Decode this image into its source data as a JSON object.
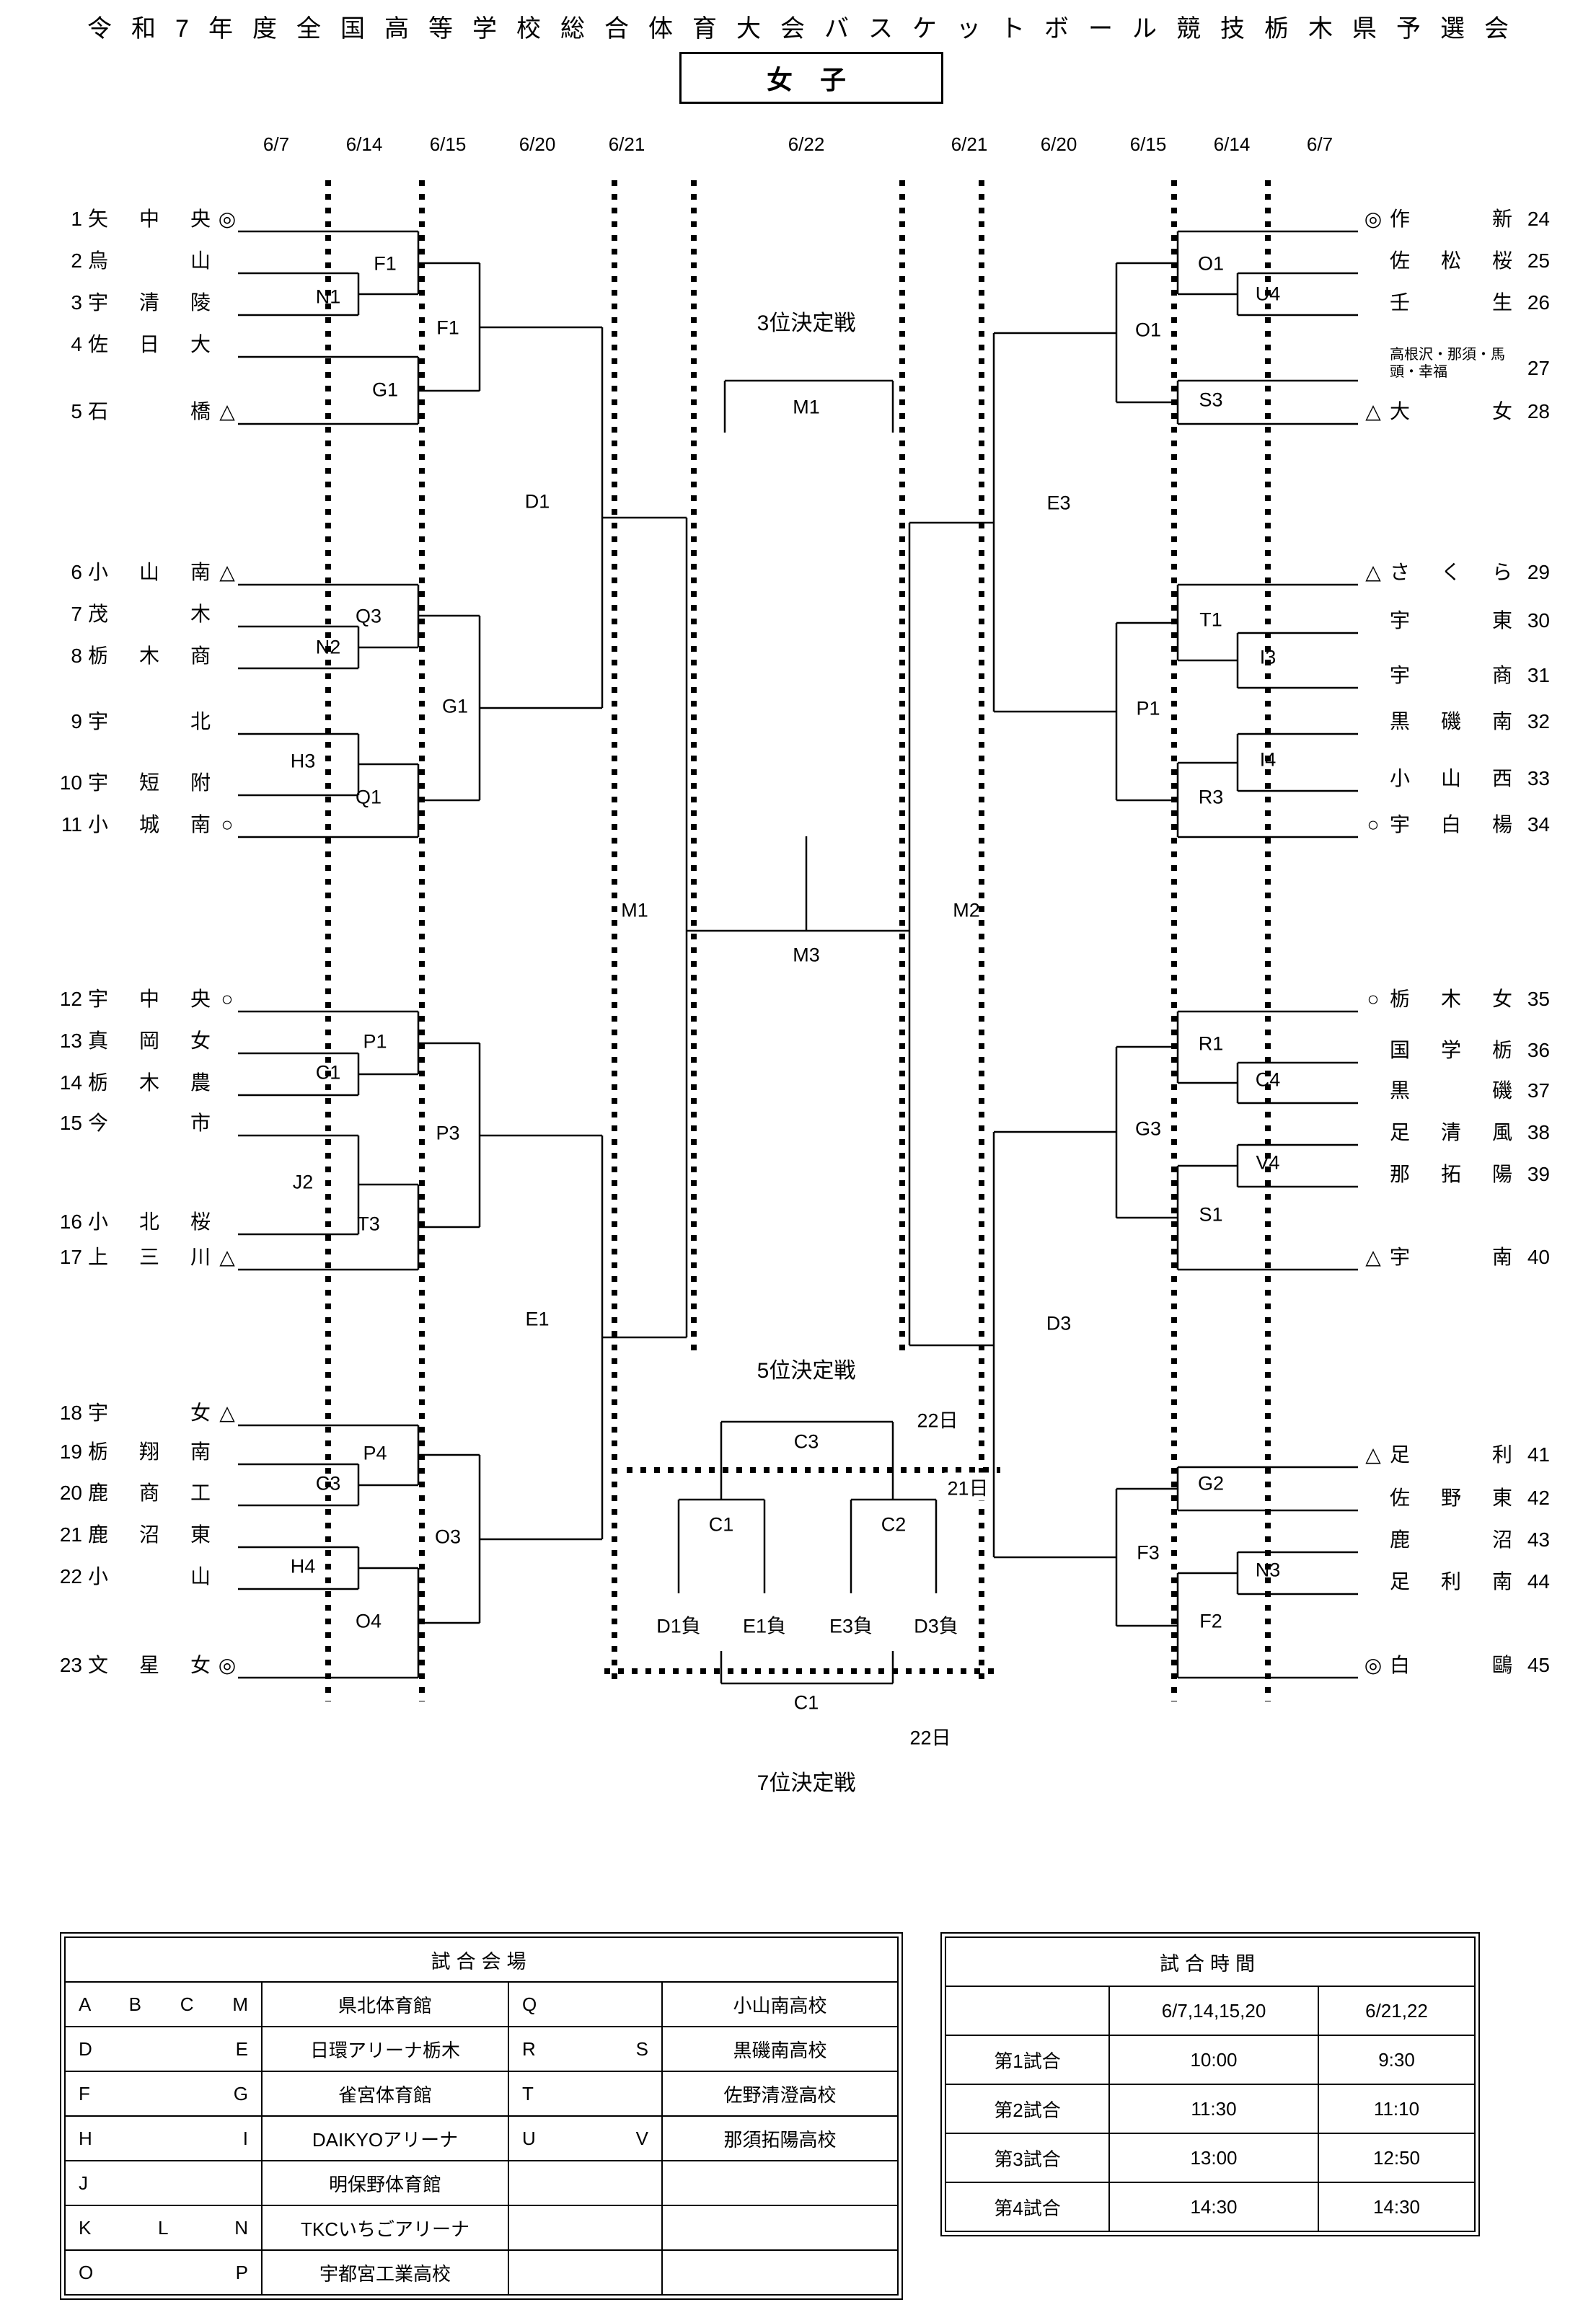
{
  "title": "令和7年度全国高等学校総合体育大会バスケットボール競技栃木県予選会",
  "category": "女 子",
  "dates": [
    "6/7",
    "6/14",
    "6/15",
    "6/20",
    "6/21",
    "6/22",
    "6/21",
    "6/20",
    "6/15",
    "6/14",
    "6/7"
  ],
  "teams_left": [
    {
      "no": "1",
      "name": "矢 中 央",
      "mark": "◎"
    },
    {
      "no": "2",
      "name": "烏 山",
      "mark": ""
    },
    {
      "no": "3",
      "name": "宇 清 陵",
      "mark": ""
    },
    {
      "no": "4",
      "name": "佐 日 大",
      "mark": ""
    },
    {
      "no": "5",
      "name": "石 橋",
      "mark": "△"
    },
    {
      "no": "6",
      "name": "小 山 南",
      "mark": "△"
    },
    {
      "no": "7",
      "name": "茂 木",
      "mark": ""
    },
    {
      "no": "8",
      "name": "栃 木 商",
      "mark": ""
    },
    {
      "no": "9",
      "name": "宇 北",
      "mark": ""
    },
    {
      "no": "10",
      "name": "宇 短 附",
      "mark": ""
    },
    {
      "no": "11",
      "name": "小 城 南",
      "mark": "○"
    },
    {
      "no": "12",
      "name": "宇 中 央",
      "mark": "○"
    },
    {
      "no": "13",
      "name": "真 岡 女",
      "mark": ""
    },
    {
      "no": "14",
      "name": "栃 木 農",
      "mark": ""
    },
    {
      "no": "15",
      "name": "今 市",
      "mark": ""
    },
    {
      "no": "16",
      "name": "小 北 桜",
      "mark": ""
    },
    {
      "no": "17",
      "name": "上 三 川",
      "mark": "△"
    },
    {
      "no": "18",
      "name": "宇 女",
      "mark": "△"
    },
    {
      "no": "19",
      "name": "栃 翔 南",
      "mark": ""
    },
    {
      "no": "20",
      "name": "鹿 商 工",
      "mark": ""
    },
    {
      "no": "21",
      "name": "鹿 沼 東",
      "mark": ""
    },
    {
      "no": "22",
      "name": "小 山",
      "mark": ""
    },
    {
      "no": "23",
      "name": "文 星 女",
      "mark": "◎"
    }
  ],
  "teams_right": [
    {
      "no": "24",
      "name": "作 新",
      "mark": "◎"
    },
    {
      "no": "25",
      "name": "佐 松 桜",
      "mark": ""
    },
    {
      "no": "26",
      "name": "壬 生",
      "mark": ""
    },
    {
      "no": "27",
      "name": "高根沢・那須・馬頭・幸福",
      "mark": ""
    },
    {
      "no": "28",
      "name": "大 女",
      "mark": "△"
    },
    {
      "no": "29",
      "name": "さ く ら",
      "mark": "△"
    },
    {
      "no": "30",
      "name": "宇 東",
      "mark": ""
    },
    {
      "no": "31",
      "name": "宇 商",
      "mark": ""
    },
    {
      "no": "32",
      "name": "黒 磯 南",
      "mark": ""
    },
    {
      "no": "33",
      "name": "小 山 西",
      "mark": ""
    },
    {
      "no": "34",
      "name": "宇 白 楊",
      "mark": "○"
    },
    {
      "no": "35",
      "name": "栃 木 女",
      "mark": "○"
    },
    {
      "no": "36",
      "name": "国 学 栃",
      "mark": ""
    },
    {
      "no": "37",
      "name": "黒 磯",
      "mark": ""
    },
    {
      "no": "38",
      "name": "足 清 風",
      "mark": ""
    },
    {
      "no": "39",
      "name": "那 拓 陽",
      "mark": ""
    },
    {
      "no": "40",
      "name": "宇 南",
      "mark": "△"
    },
    {
      "no": "41",
      "name": "足 利",
      "mark": "△"
    },
    {
      "no": "42",
      "name": "佐 野 東",
      "mark": ""
    },
    {
      "no": "43",
      "name": "鹿 沼",
      "mark": ""
    },
    {
      "no": "44",
      "name": "足 利 南",
      "mark": ""
    },
    {
      "no": "45",
      "name": "白 鷗",
      "mark": "◎"
    }
  ],
  "matches_left": [
    "F1",
    "N1",
    "F1",
    "G1",
    "D1",
    "Q3",
    "N2",
    "G1",
    "H3",
    "Q1",
    "M1",
    "P1",
    "C1",
    "P3",
    "J2",
    "T3",
    "E1",
    "P4",
    "C3",
    "O3",
    "H4",
    "O4"
  ],
  "matches_right": [
    "O1",
    "U4",
    "O1",
    "S3",
    "E3",
    "T1",
    "I3",
    "P1",
    "I4",
    "R3",
    "M2",
    "R1",
    "C4",
    "G3",
    "V4",
    "S1",
    "D3",
    "G2",
    "F3",
    "N3",
    "F2"
  ],
  "center": {
    "third_title": "3位決定戦",
    "third_match": "M1",
    "final_match": "M3",
    "fifth_title": "5位決定戦",
    "fifth_final": "C3",
    "fifth_semi1": "C1",
    "fifth_semi2": "C2",
    "fifth_losers": [
      "D1負",
      "E1負",
      "E3負",
      "D3負"
    ],
    "day22a": "22日",
    "day21": "21日",
    "seventh_match": "C1",
    "day22b": "22日",
    "seventh_title": "7位決定戦"
  },
  "venues": {
    "title": "試合会場",
    "rows": [
      {
        "codes": "A B C M",
        "venue": "県北体育館",
        "codes2": "Q",
        "venue2": "小山南高校"
      },
      {
        "codes": "D E",
        "venue": "日環アリーナ栃木",
        "codes2": "R S",
        "venue2": "黒磯南高校"
      },
      {
        "codes": "F G",
        "venue": "雀宮体育館",
        "codes2": "T",
        "venue2": "佐野清澄高校"
      },
      {
        "codes": "H I",
        "venue": "DAIKYOアリーナ",
        "codes2": "U V",
        "venue2": "那須拓陽高校"
      },
      {
        "codes": "J",
        "venue": "明保野体育館",
        "codes2": "",
        "venue2": ""
      },
      {
        "codes": "K L N",
        "venue": "TKCいちごアリーナ",
        "codes2": "",
        "venue2": ""
      },
      {
        "codes": "O P",
        "venue": "宇都宮工業高校",
        "codes2": "",
        "venue2": ""
      }
    ]
  },
  "times": {
    "title": "試合時間",
    "col1": "6/7,14,15,20",
    "col2": "6/21,22",
    "rows": [
      {
        "label": "第1試合",
        "t1": "10:00",
        "t2": "9:30"
      },
      {
        "label": "第2試合",
        "t1": "11:30",
        "t2": "11:10"
      },
      {
        "label": "第3試合",
        "t1": "13:00",
        "t2": "12:50"
      },
      {
        "label": "第4試合",
        "t1": "14:30",
        "t2": "14:30"
      }
    ]
  }
}
